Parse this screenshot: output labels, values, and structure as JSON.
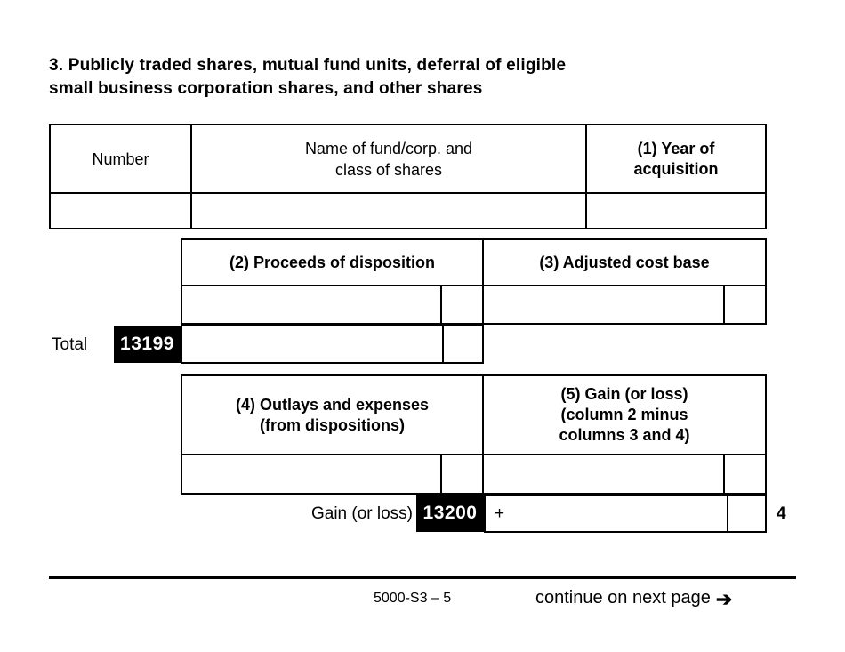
{
  "document": {
    "form_id": "5000-S3 – 5",
    "continue_text": "continue on next page",
    "arrow_icon": "arrow-right-icon"
  },
  "section": {
    "number": "3.",
    "title_line_1": "3. Publicly traded shares, mutual fund units, deferral of eligible",
    "title_line_2": "small business corporation shares, and other shares"
  },
  "table_identification": {
    "headers": {
      "number": "Number",
      "name_line_1": "Name of fund/corp. and",
      "name_line_2": "class of shares",
      "year_line_1": "(1) Year of",
      "year_line_2": "acquisition"
    },
    "rows": [
      {
        "number": "",
        "name": "",
        "year": ""
      }
    ]
  },
  "table_proceeds": {
    "headers": {
      "col2": "(2) Proceeds of disposition",
      "col3": "(3) Adjusted cost base"
    },
    "rows": [
      {
        "col2_dollars": "",
        "col2_cents": "",
        "col3_dollars": "",
        "col3_cents": ""
      }
    ],
    "total": {
      "label": "Total",
      "field_code": "13199",
      "dollars": "",
      "cents": ""
    }
  },
  "table_gain": {
    "headers": {
      "col4_line_1": "(4) Outlays and expenses",
      "col4_line_2": "(from dispositions)",
      "col5_line_1": "(5) Gain (or loss)",
      "col5_line_2": "(column 2 minus",
      "col5_line_3": "columns 3 and 4)"
    },
    "rows": [
      {
        "col4_dollars": "",
        "col4_cents": "",
        "col5_dollars": "",
        "col5_cents": ""
      }
    ],
    "gain_row": {
      "label": "Gain (or loss)",
      "field_code": "13200",
      "operator": "+",
      "dollars": "",
      "cents": "",
      "line_number": "4"
    }
  },
  "colors": {
    "ink": "#000000",
    "paper": "#ffffff",
    "field_code_bg": "#000000",
    "field_code_fg": "#ffffff"
  }
}
